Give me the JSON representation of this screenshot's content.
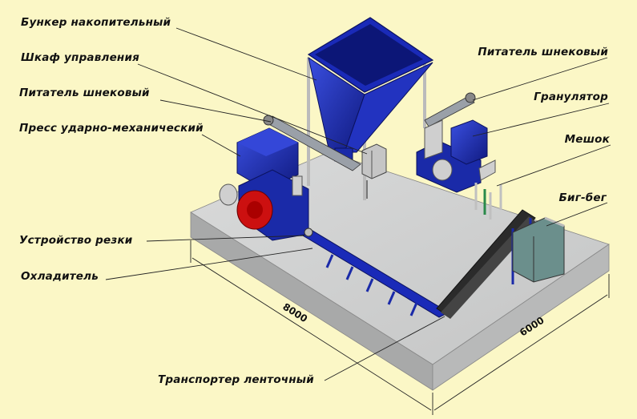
{
  "labels": {
    "bunker": "Бункер накопительный",
    "cabinet": "Шкаф управления",
    "feeder_left": "Питатель шнековый",
    "press": "Пресс ударно-механический",
    "cutter": "Устройство резки",
    "cooler": "Охладитель",
    "conveyor": "Транспортер ленточный",
    "feeder_right": "Питатель шнековый",
    "granulator": "Гранулятор",
    "bag": "Мешок",
    "bigbag": "Биг-бег"
  },
  "dimensions": {
    "length": "8000",
    "width": "6000"
  },
  "colors": {
    "background": "#fbf7c6",
    "equipment": "#1a2aa8",
    "slab_top": "#cfd0d0",
    "slab_side": "#a9aaaa",
    "frame": "#c9c9c9"
  }
}
